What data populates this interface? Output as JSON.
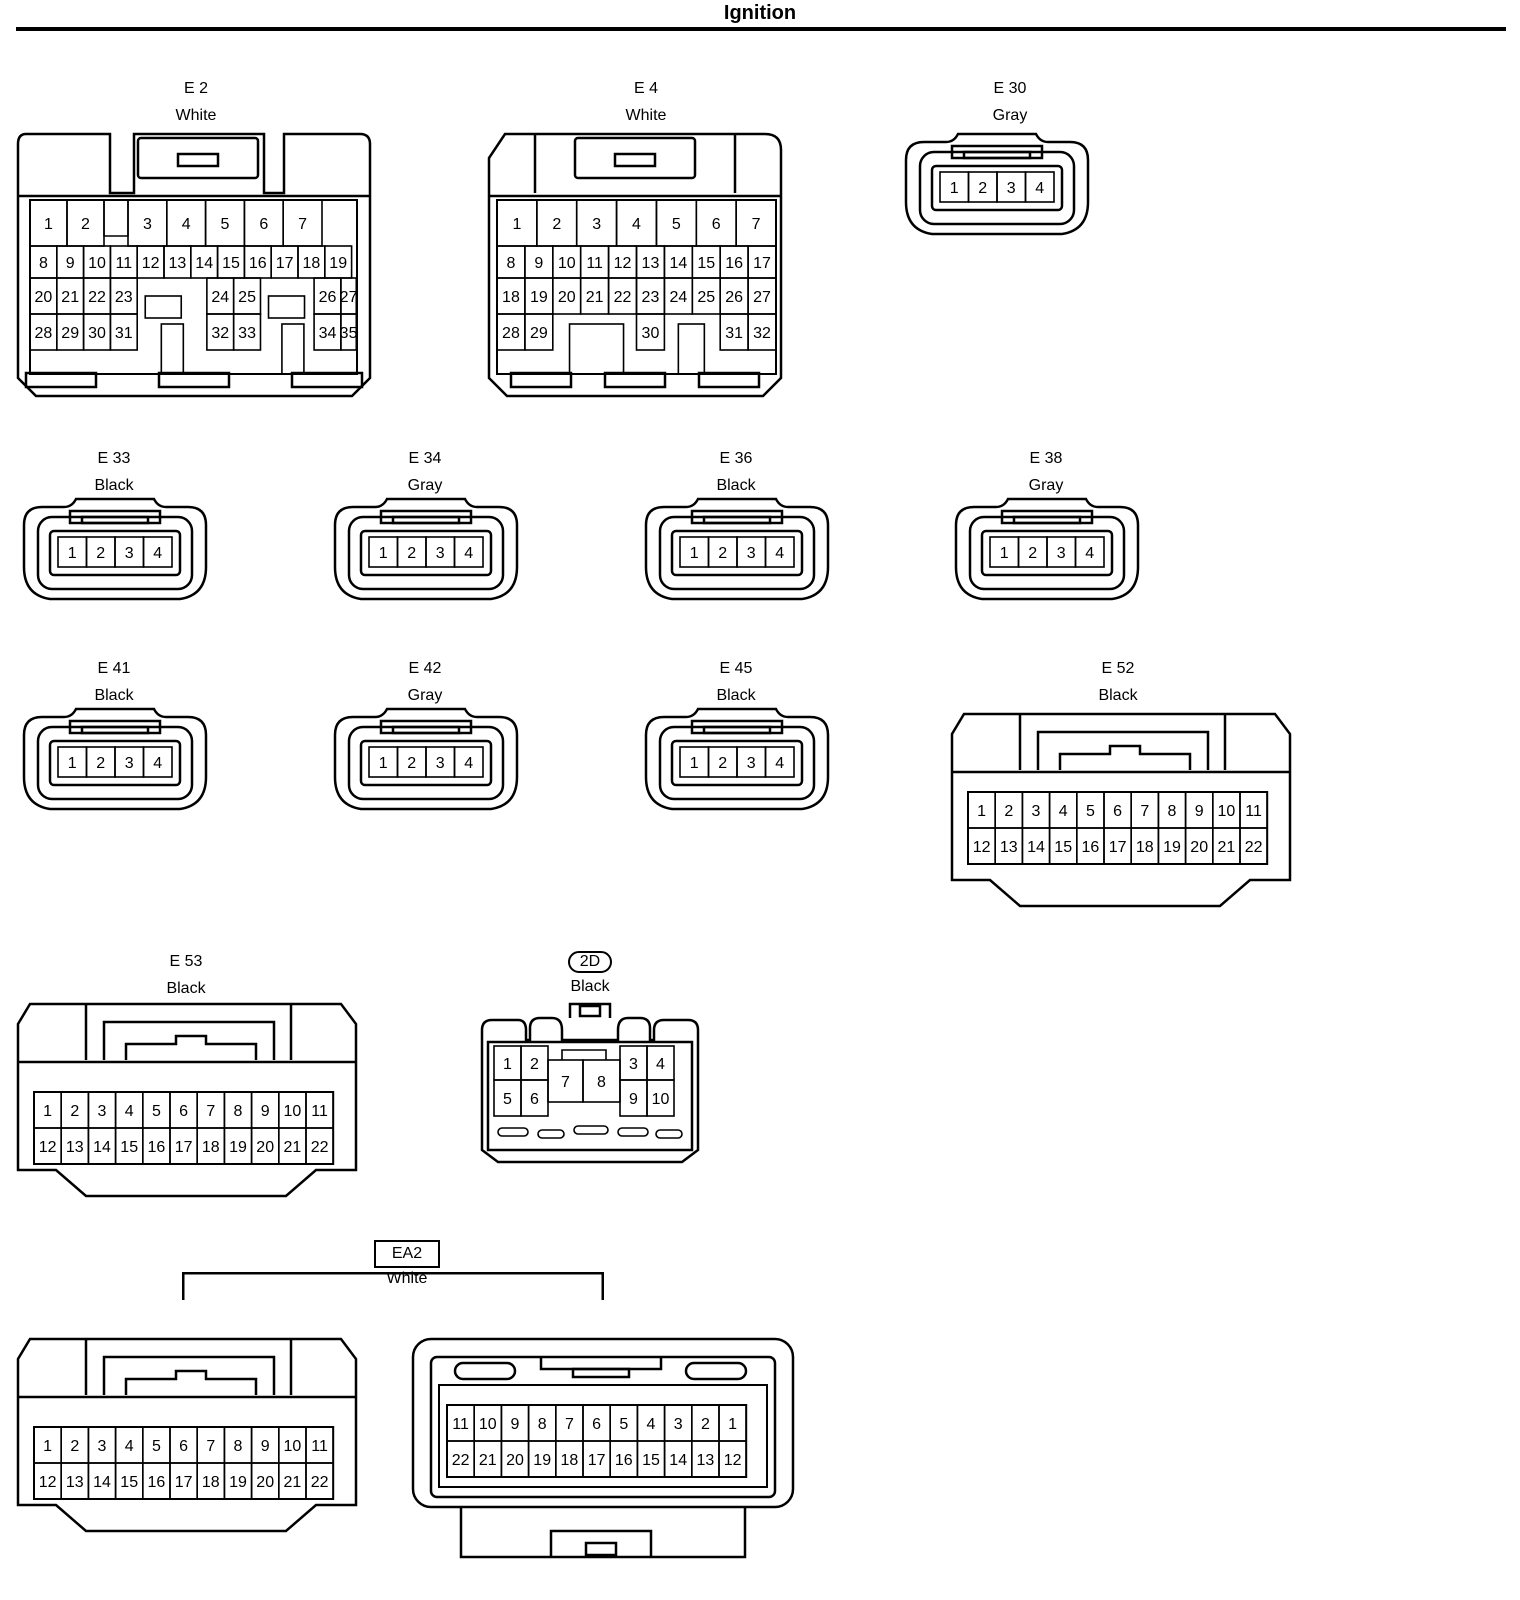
{
  "title": "Ignition",
  "connectors": [
    {
      "key": "E2",
      "id": "E 2",
      "color": "White",
      "pins": "35"
    },
    {
      "key": "E4",
      "id": "E 4",
      "color": "White",
      "pins": "32"
    },
    {
      "key": "E30",
      "id": "E 30",
      "color": "Gray",
      "pins": "4"
    },
    {
      "key": "E33",
      "id": "E 33",
      "color": "Black",
      "pins": "4"
    },
    {
      "key": "E34",
      "id": "E 34",
      "color": "Gray",
      "pins": "4"
    },
    {
      "key": "E36",
      "id": "E 36",
      "color": "Black",
      "pins": "4"
    },
    {
      "key": "E38",
      "id": "E 38",
      "color": "Gray",
      "pins": "4"
    },
    {
      "key": "E41",
      "id": "E 41",
      "color": "Black",
      "pins": "4"
    },
    {
      "key": "E42",
      "id": "E 42",
      "color": "Gray",
      "pins": "4"
    },
    {
      "key": "E45",
      "id": "E 45",
      "color": "Black",
      "pins": "4"
    },
    {
      "key": "E52",
      "id": "E 52",
      "color": "Black",
      "pins": "22"
    },
    {
      "key": "E53",
      "id": "E 53",
      "color": "Black",
      "pins": "22"
    },
    {
      "key": "2D",
      "id": "2D",
      "color": "Black",
      "pins": "10"
    },
    {
      "key": "EA2",
      "id": "EA2",
      "color": "White",
      "pins": "22"
    }
  ]
}
